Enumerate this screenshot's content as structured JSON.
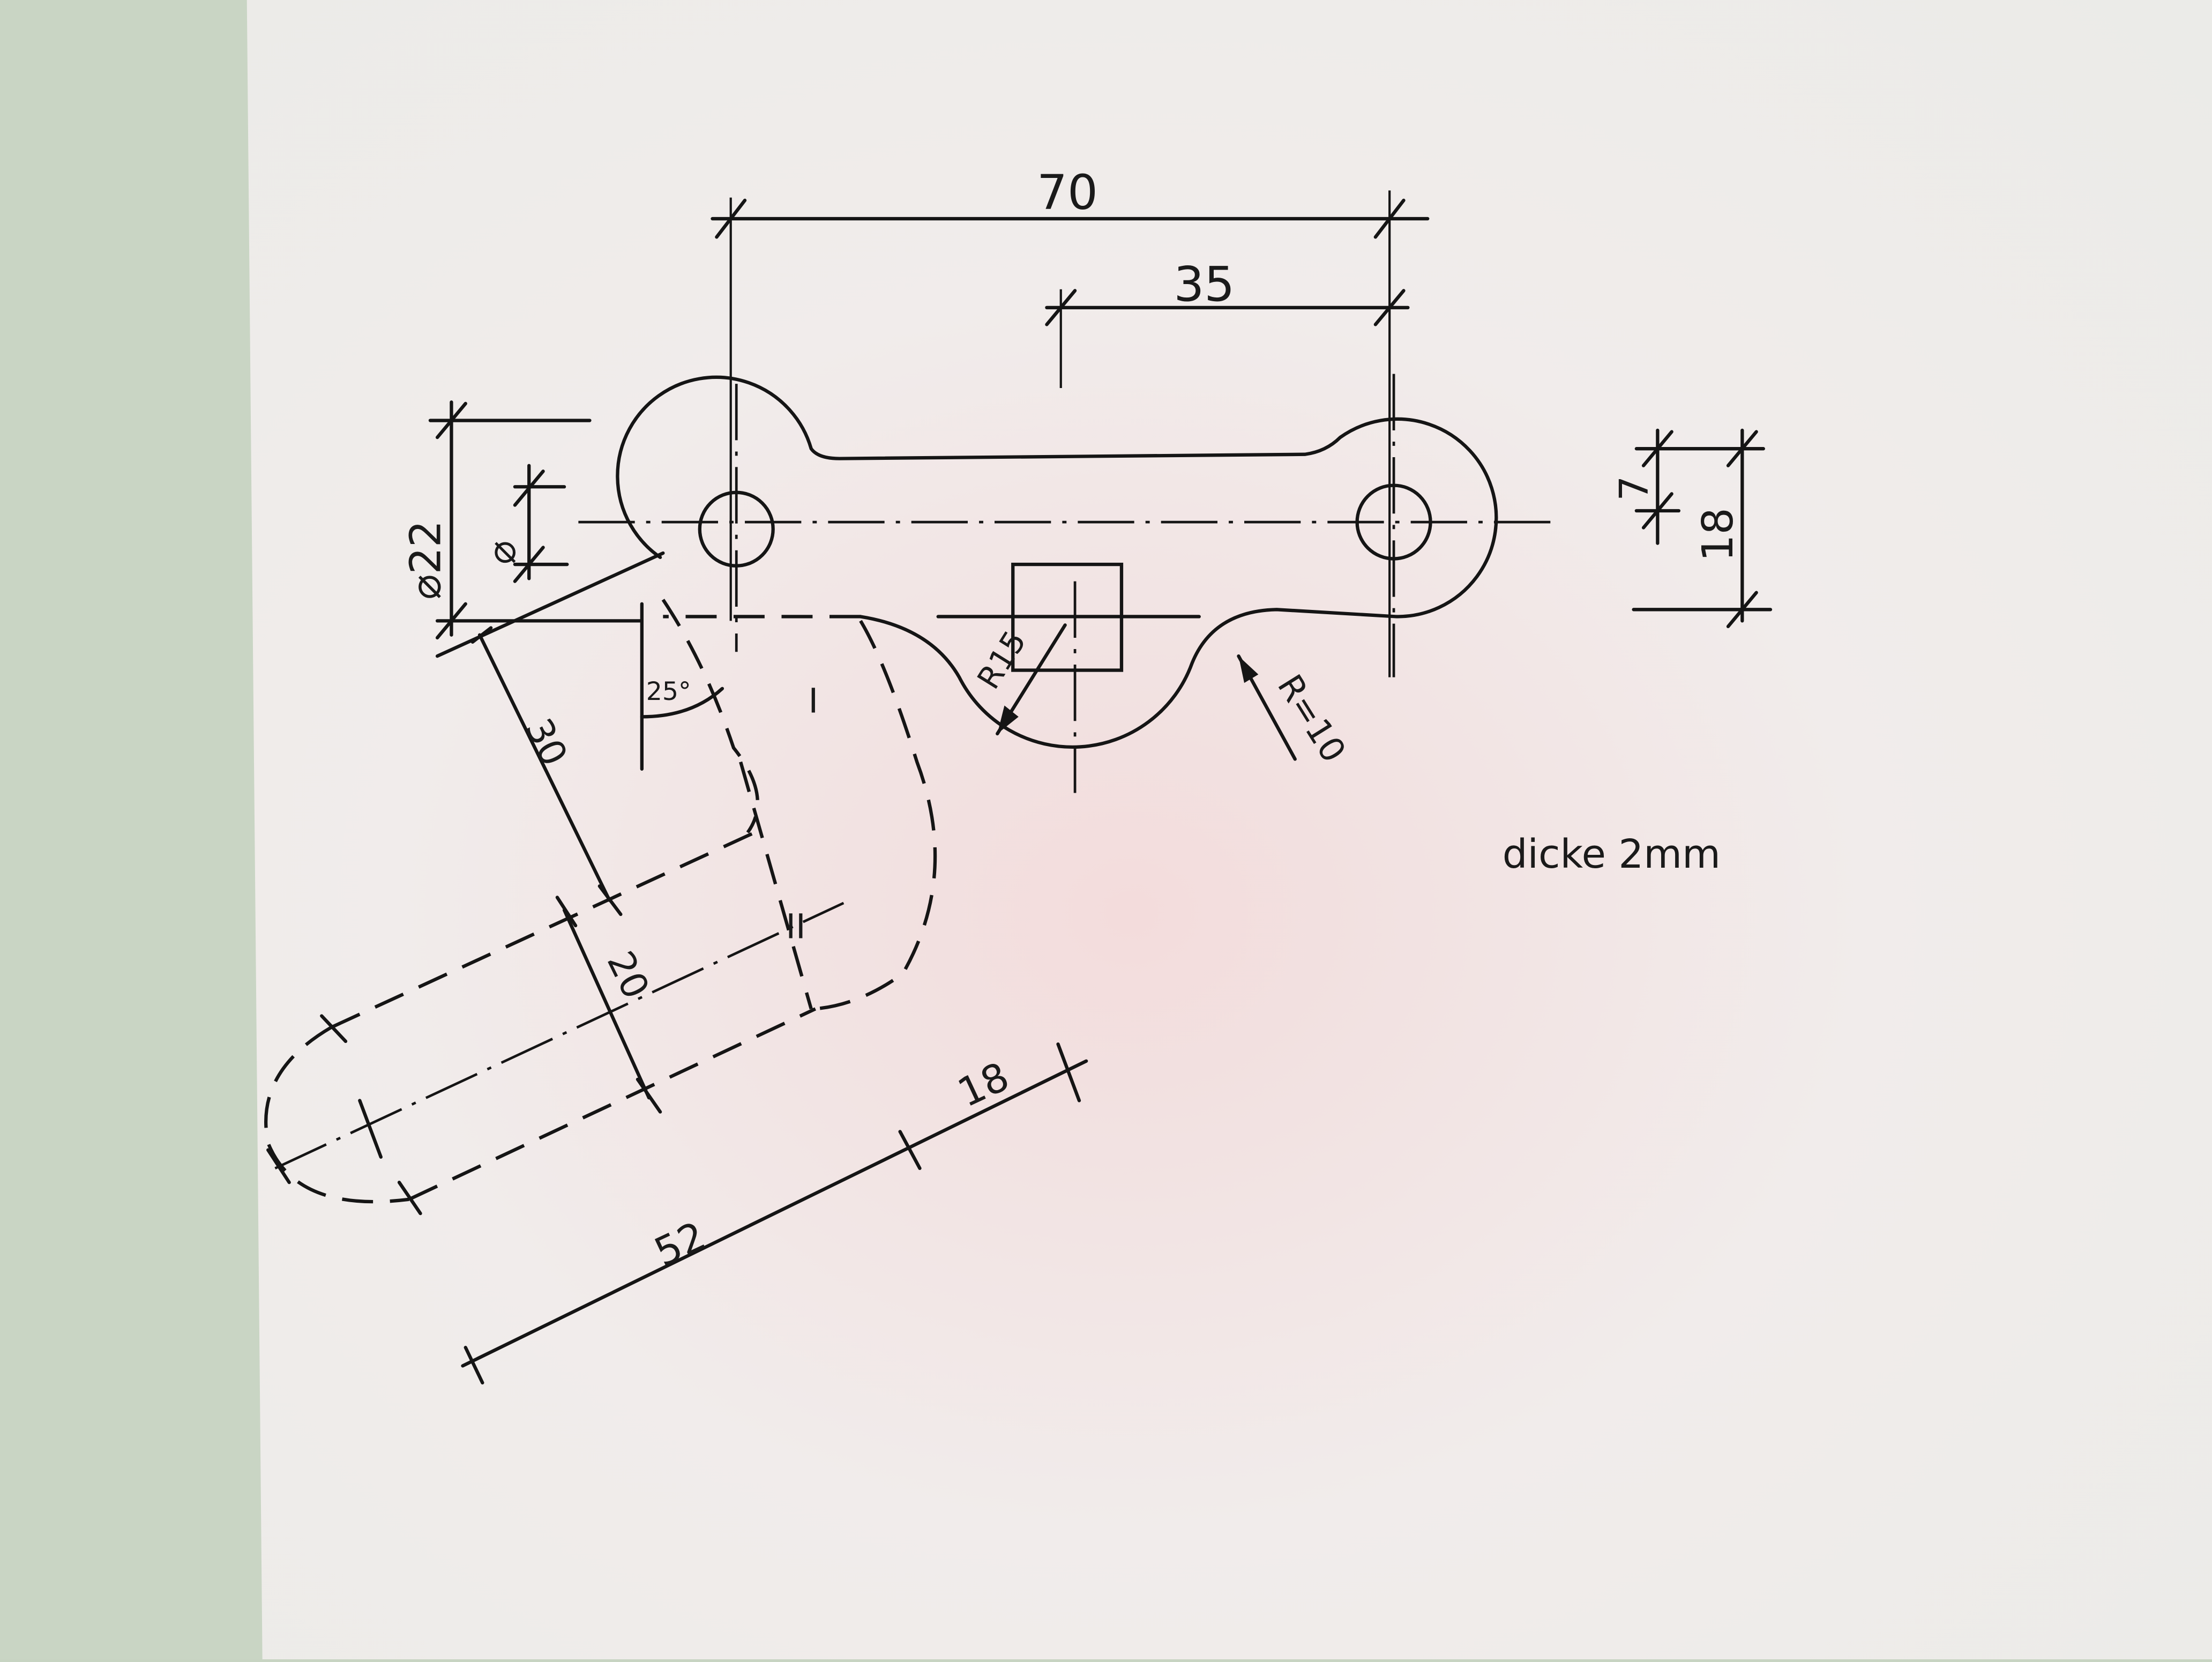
{
  "drawing": {
    "dimensions": {
      "overall_length": "70",
      "half_length": "35",
      "boss_diameter": "⌀22",
      "hole_diameter": "⌀",
      "right_small": "7",
      "right_height": "18",
      "radius_large": "R15",
      "radius_small": "R=10",
      "bend_angle": "25°",
      "bend_offset": "30",
      "tab_width": "20",
      "tab_length": "52",
      "tab_end": "18"
    },
    "bend_lines": {
      "first": "I",
      "second": "II"
    },
    "note": "dicke 2mm"
  },
  "colors": {
    "ink": "#151515",
    "paper": "#f2f0ee",
    "background": "#c7d4c2"
  }
}
